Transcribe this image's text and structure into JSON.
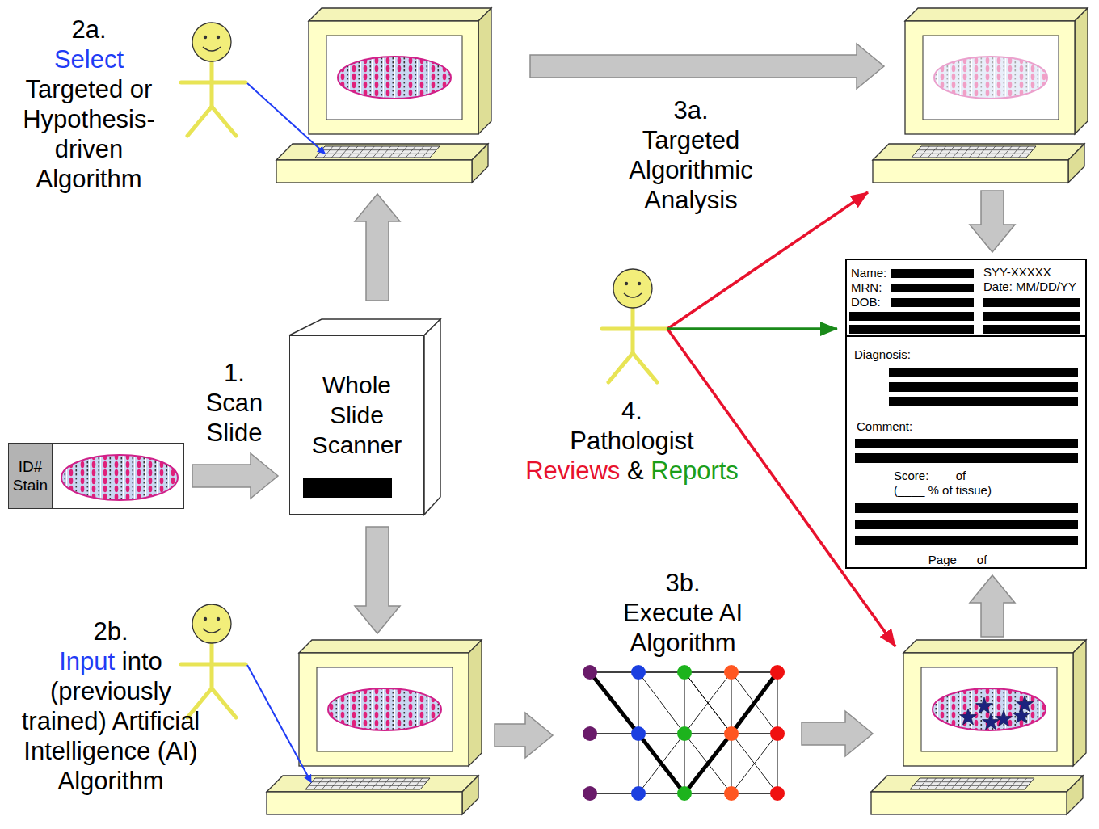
{
  "diagram": {
    "nodes": [
      {
        "text": [
          "ID# Stain"
        ]
      },
      {
        "text": [
          "Whole Slide Scanner"
        ]
      },
      {
        "text": [
          "Name:",
          "MRN:",
          "DOB:",
          "SYY-XXXXX",
          "Date: MM/DD/YY",
          "Diagnosis:",
          "Comment:",
          "Score: ___ of ____",
          "(____ % of tissue)",
          "Page __ of __"
        ]
      }
    ],
    "edges": [
      {
        "from": 0,
        "to": 1,
        "arrow": "to"
      }
    ],
    "labels": [
      "2a.",
      "Select",
      "Targeted or Hypothesis-driven Algorithm",
      "1.",
      "Scan Slide",
      "3a.",
      "Targeted Algorithmic Analysis",
      "4.",
      "Pathologist",
      "Reviews",
      "&",
      "Reports",
      "2b.",
      "Input",
      "into (previously trained) Artificial Intelligence (AI) Algorithm",
      "3b.",
      "Execute AI Algorithm"
    ]
  }
}
